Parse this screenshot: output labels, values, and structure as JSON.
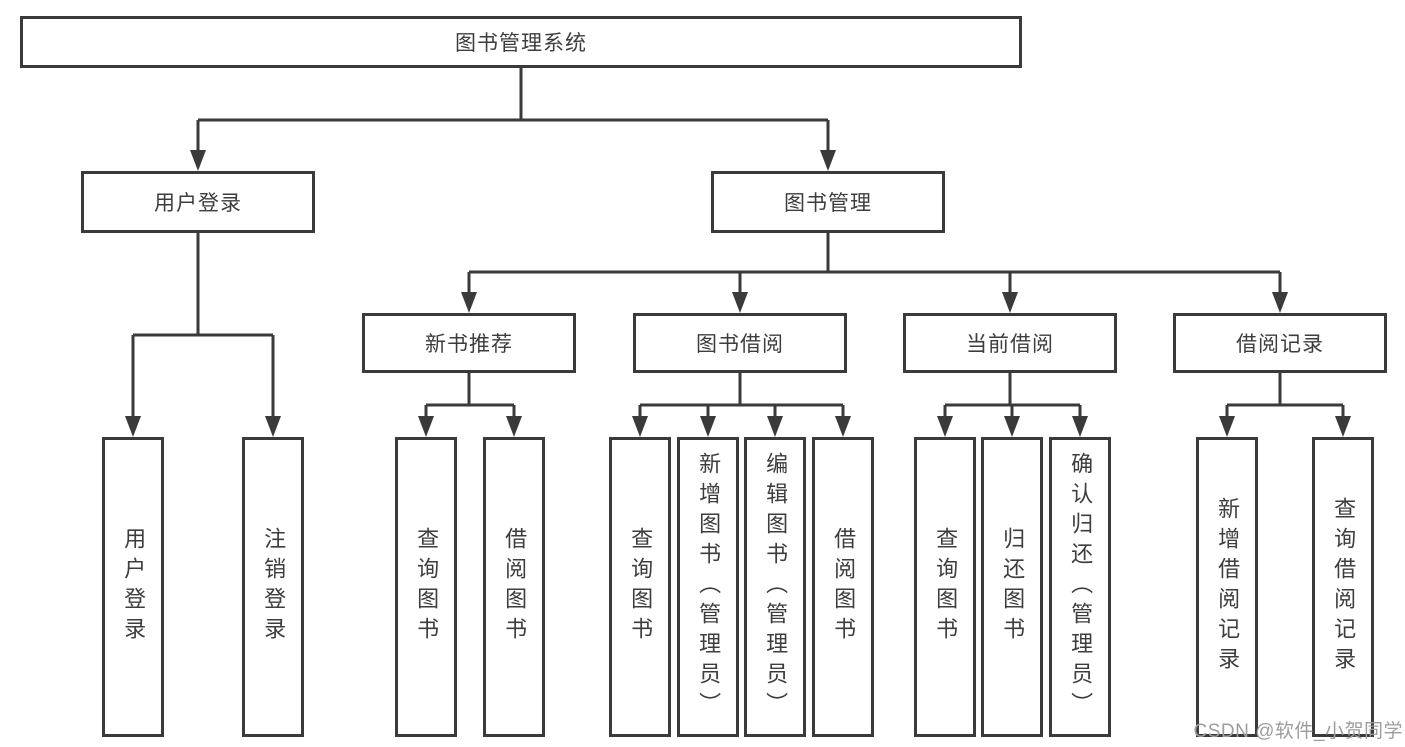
{
  "tree": {
    "label": "图书管理系统",
    "children": [
      {
        "label": "用户登录",
        "children": [
          {
            "label": "用户登录"
          },
          {
            "label": "注销登录"
          }
        ]
      },
      {
        "label": "图书管理",
        "children": [
          {
            "label": "新书推荐",
            "children": [
              {
                "label": "查询图书"
              },
              {
                "label": "借阅图书"
              }
            ]
          },
          {
            "label": "图书借阅",
            "children": [
              {
                "label": "查询图书"
              },
              {
                "label": "新增图书（管理员）"
              },
              {
                "label": "编辑图书（管理员）"
              },
              {
                "label": "借阅图书"
              }
            ]
          },
          {
            "label": "当前借阅",
            "children": [
              {
                "label": "查询图书"
              },
              {
                "label": "归还图书"
              },
              {
                "label": "确认归还（管理员）"
              }
            ]
          },
          {
            "label": "借阅记录",
            "children": [
              {
                "label": "新增借阅记录"
              },
              {
                "label": "查询借阅记录"
              }
            ]
          }
        ]
      }
    ]
  },
  "watermark": "CSDN @软件_小贺同学",
  "colors": {
    "line": "#3a3a3a",
    "text": "#3d3d3d",
    "watermark": "#9d9d9d",
    "background": "#ffffff"
  }
}
